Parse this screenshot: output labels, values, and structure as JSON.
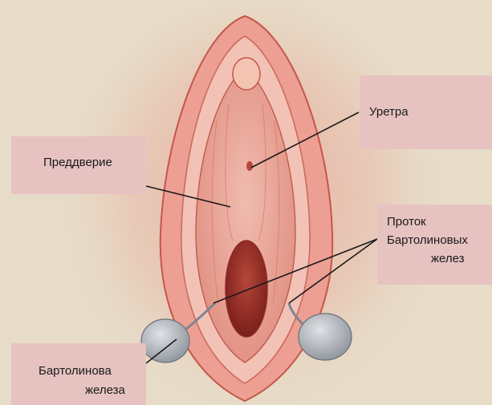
{
  "labels": {
    "urethra": "Уретра",
    "vestibule": "Преддверие",
    "duct": [
      "Проток",
      "Бартолиновых",
      "желез"
    ],
    "gland": [
      "Бартолинова",
      "железа"
    ]
  },
  "colors": {
    "background": "#e7dcc8",
    "label_box": "#e6c3c1",
    "tissue": "#e79a8c",
    "gland": "#a9aeb4",
    "leader_line": "#1a1a1a"
  }
}
